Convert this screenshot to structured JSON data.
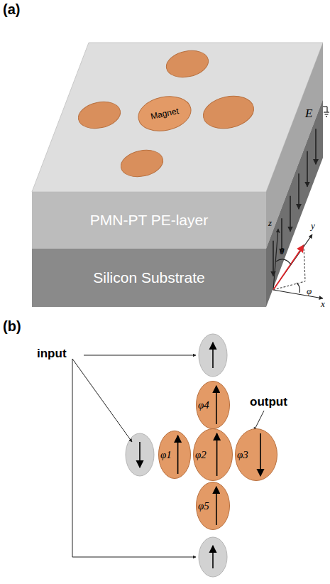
{
  "diagram": {
    "nodes": [
      {
        "text": [
          "PMN-PT PE-layer"
        ]
      },
      {
        "text": [
          "Silicon Substrate"
        ]
      },
      {
        "text": [
          "Magnet"
        ]
      },
      {
        "text": [
          "φ4"
        ]
      },
      {
        "text": [
          "φ1"
        ]
      },
      {
        "text": [
          "φ2"
        ]
      },
      {
        "text": [
          "φ3"
        ]
      },
      {
        "text": [
          "φ5"
        ]
      }
    ],
    "labels": [
      "(a)",
      "E",
      "z",
      "y",
      "x",
      "θ",
      "φ",
      "(b)",
      "input",
      "output"
    ]
  }
}
